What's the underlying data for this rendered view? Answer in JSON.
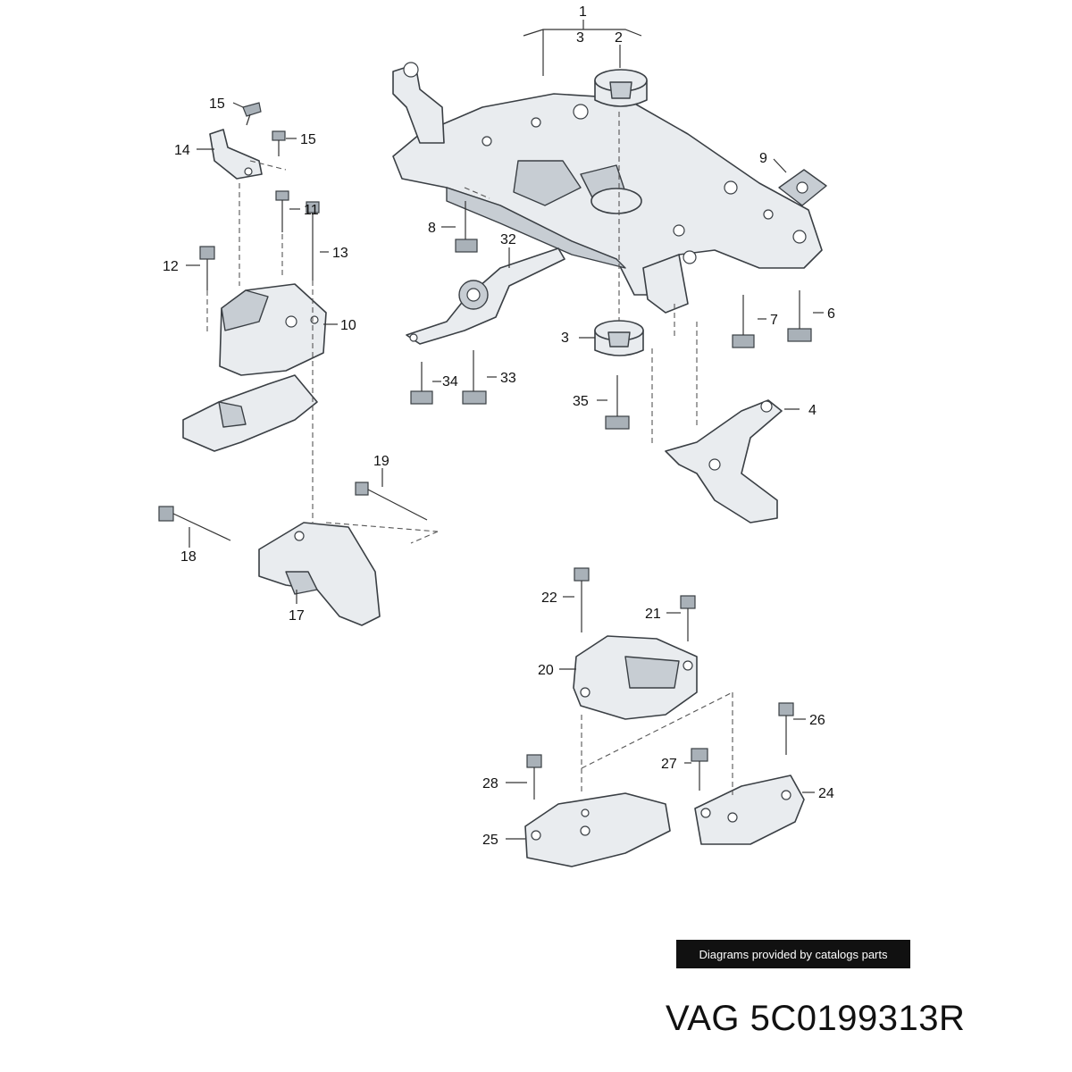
{
  "callouts": {
    "c1": "1",
    "c2": "2",
    "c3a": "3",
    "c3b": "3",
    "c4": "4",
    "c6": "6",
    "c7": "7",
    "c8": "8",
    "c9": "9",
    "c10": "10",
    "c11": "11",
    "c12": "12",
    "c13": "13",
    "c14": "14",
    "c15a": "15",
    "c15b": "15",
    "c17": "17",
    "c18": "18",
    "c19": "19",
    "c20": "20",
    "c21": "21",
    "c22": "22",
    "c24": "24",
    "c25": "25",
    "c26": "26",
    "c27": "27",
    "c28": "28",
    "c32": "32",
    "c33": "33",
    "c34": "34",
    "c35": "35"
  },
  "credit": "Diagrams provided by catalogs parts",
  "part_number": "VAG 5C0199313R"
}
